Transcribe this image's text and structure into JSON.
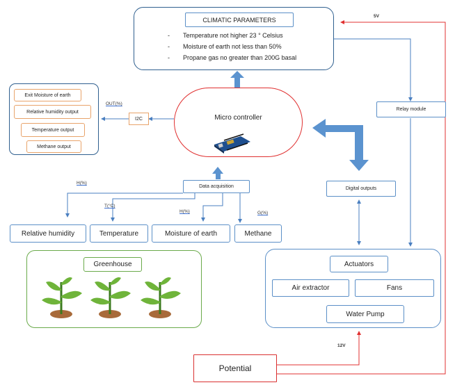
{
  "climatic": {
    "title": "CLIMATIC PARAMETERS",
    "items": [
      "Temperature not higher 23 ° Celsius",
      "Moisture of earth not less than 50%",
      "Propane gas no greater than 200G basal"
    ],
    "bullet": "-"
  },
  "outputs": {
    "items": [
      "Exit Moisture of earth",
      "Relative humidity output",
      "Temperature output",
      "Methane output"
    ],
    "out_label": "OUT(%)",
    "i2c": "I2C"
  },
  "micro": {
    "label": "Micro controller"
  },
  "acquisition": {
    "label": "Data acquisition"
  },
  "sensors": {
    "items": [
      "Relative humidity",
      "Temperature",
      "Moisture of earth",
      "Methane"
    ],
    "units": [
      "H(%)",
      "T(°C)",
      "H(%)",
      "G(%)"
    ]
  },
  "greenhouse": {
    "label": "Greenhouse"
  },
  "relay": {
    "label": "Relay module",
    "voltage": "5V"
  },
  "digital": {
    "label": "Digital outputs"
  },
  "actuators": {
    "title": "Actuators",
    "items": [
      "Air extractor",
      "Fans",
      "Water Pump"
    ]
  },
  "potential": {
    "label": "Potential",
    "voltage": "12V"
  },
  "colors": {
    "blue_border": "#5b8fc7",
    "dark_blue_border": "#2f5f8f",
    "orange_border": "#e8a36a",
    "green_border": "#6aaa4a",
    "red": "#e03030",
    "big_arrow": "#5b93cf"
  }
}
